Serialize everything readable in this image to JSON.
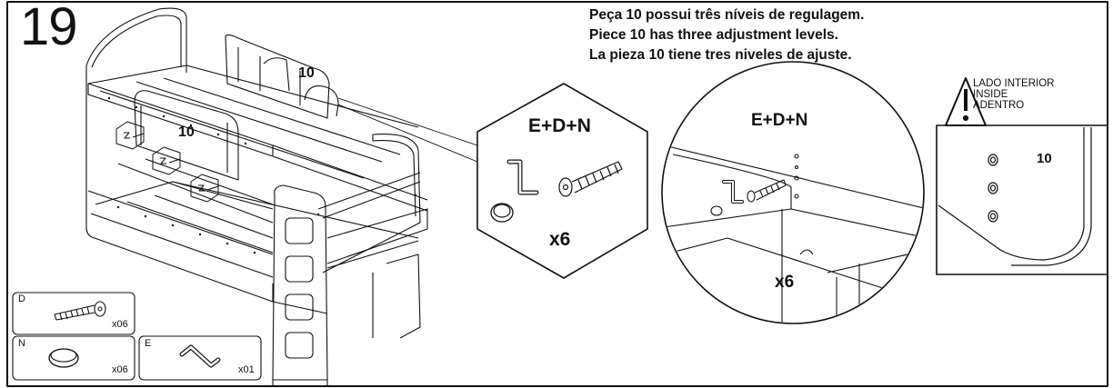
{
  "step_number": "19",
  "instruction": {
    "pt": "Peça 10 possui três níveis de regulagem.",
    "en": "Piece 10 has three adjustment levels.",
    "es": "La pieza 10 tiene tres niveles de ajuste."
  },
  "warning": {
    "icon": "warning-triangle-icon",
    "line1": "LADO INTERIOR",
    "line2": "INSIDE",
    "line3": "ADENTRO"
  },
  "callouts": {
    "piece_top": "10",
    "piece_side": "10",
    "piece_detail": "10",
    "hex_hardware": "E+D+N",
    "hex_qty": "x6",
    "circle_hardware": "E+D+N",
    "circle_qty": "x6"
  },
  "parts": [
    {
      "code": "D",
      "qty": "x06",
      "icon": "screw-icon"
    },
    {
      "code": "N",
      "qty": "x06",
      "icon": "cap-icon"
    },
    {
      "code": "E",
      "qty": "x01",
      "icon": "allen-key-icon"
    }
  ]
}
